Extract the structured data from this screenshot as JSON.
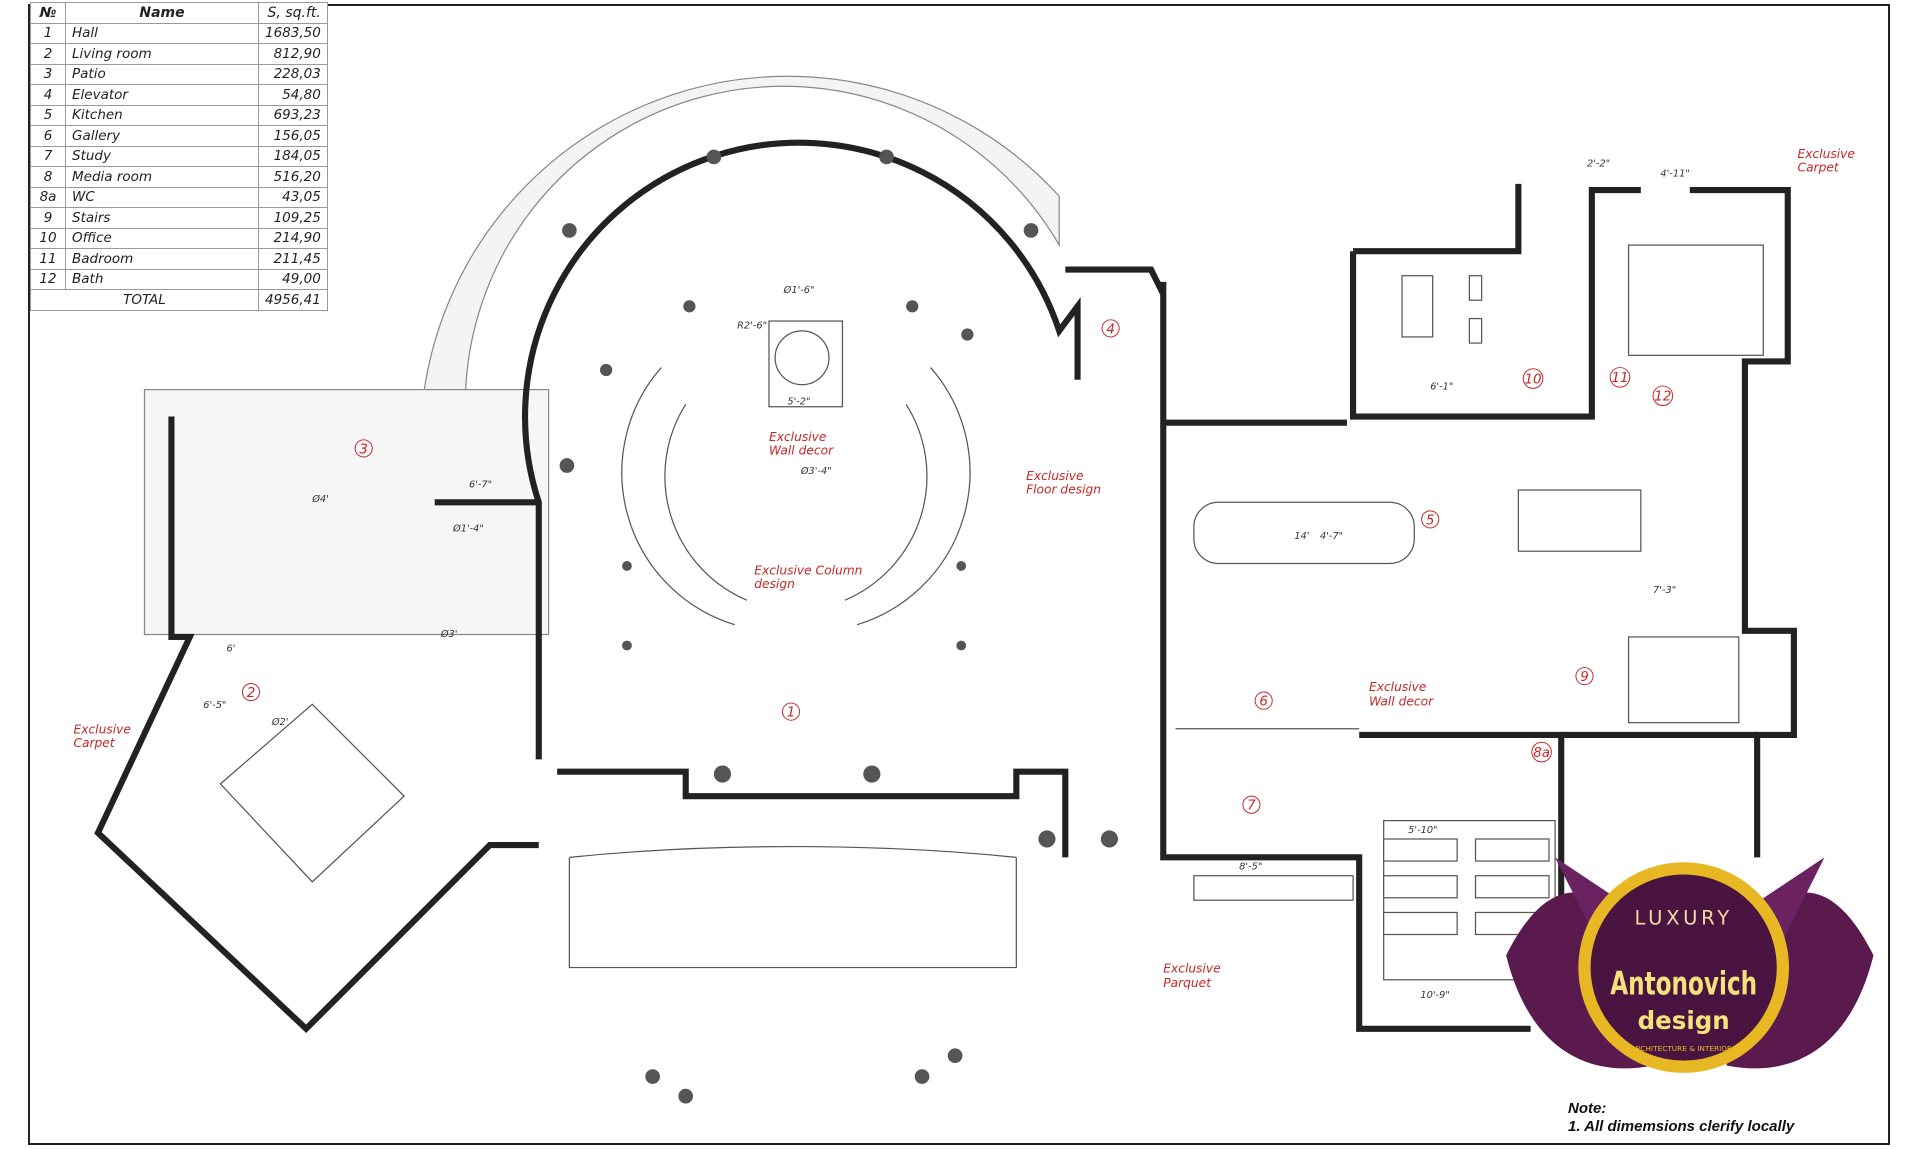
{
  "area_table": {
    "headers": {
      "no": "№",
      "name": "Name",
      "area": "S, sq.ft."
    },
    "rows": [
      {
        "no": "1",
        "name": "Hall",
        "area": "1683,50"
      },
      {
        "no": "2",
        "name": "Living room",
        "area": "812,90"
      },
      {
        "no": "3",
        "name": "Patio",
        "area": "228,03"
      },
      {
        "no": "4",
        "name": "Elevator",
        "area": "54,80"
      },
      {
        "no": "5",
        "name": "Kitchen",
        "area": "693,23"
      },
      {
        "no": "6",
        "name": "Gallery",
        "area": "156,05"
      },
      {
        "no": "7",
        "name": "Study",
        "area": "184,05"
      },
      {
        "no": "8",
        "name": "Media room",
        "area": "516,20"
      },
      {
        "no": "8a",
        "name": "WC",
        "area": "43,05"
      },
      {
        "no": "9",
        "name": "Stairs",
        "area": "109,25"
      },
      {
        "no": "10",
        "name": "Office",
        "area": "214,90"
      },
      {
        "no": "11",
        "name": "Badroom",
        "area": "211,45"
      },
      {
        "no": "12",
        "name": "Bath",
        "area": "49,00"
      }
    ],
    "total_label": "TOTAL",
    "total_value": "4956,41"
  },
  "room_markers": [
    "1",
    "2",
    "3",
    "4",
    "5",
    "6",
    "7",
    "8a",
    "9",
    "10",
    "11",
    "12"
  ],
  "annotations": {
    "carpet_right": [
      "Exclusive",
      "Carpet"
    ],
    "wall_decor_hall": [
      "Exclusive",
      "Wall decor"
    ],
    "floor_design": [
      "Exclusive",
      "Floor design"
    ],
    "column_design": [
      "Exclusive Column",
      "design"
    ],
    "carpet_left": [
      "Exclusive",
      "Carpet"
    ],
    "wall_decor_gallery": [
      "Exclusive",
      "Wall decor"
    ],
    "parquet": [
      "Exclusive",
      "Parquet"
    ]
  },
  "dimensions": {
    "d1": "Ø1'-6\"",
    "d2": "R2'-6\"",
    "d3": "5'-2\"",
    "d4": "Ø3'-4\"",
    "d5": "14'",
    "d6": "4'-7\"",
    "d7": "6'-7\"",
    "d8": "Ø1'-4\"",
    "d9": "6'",
    "d10": "6'-5\"",
    "d11": "5'-10\"",
    "d12": "10'-9\"",
    "d13": "8'-5\"",
    "d14": "Ø4'",
    "d15": "2'-2\"",
    "d16": "4'-11\"",
    "d17": "6'-1\"",
    "d18": "7'-3\"",
    "d19": "Ø3'",
    "d20": "Ø2'"
  },
  "logo": {
    "top": "LUXURY",
    "name": "Antonovich",
    "sub": "design",
    "ring": "ARCHITECTURE & INTERIORS"
  },
  "note": {
    "title": "Note:",
    "line1": "1. All dimemsions clerify locally"
  },
  "colors": {
    "annotation": "#c62828",
    "logo_purple": "#5a1a4e",
    "logo_gold": "#e8b824"
  }
}
